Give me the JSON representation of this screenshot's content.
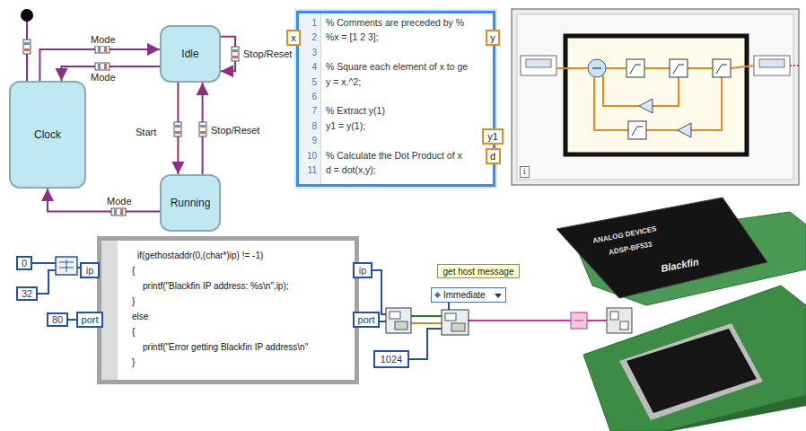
{
  "diagram": {
    "nodes": [
      {
        "text": [
          "Clock"
        ]
      },
      {
        "text": [
          "Idle"
        ]
      },
      {
        "text": [
          "Running"
        ]
      },
      {
        "text": [
          "% Comments are preceded by %",
          "%x = [1 2 3];",
          "% Square each element of x to ge",
          "y = x.^2;",
          "% Extract y(1)",
          "y1 = y(1);",
          "% Calculate the Dot Product of x",
          "d = dot(x,y);"
        ]
      },
      {
        "text": [
          "x"
        ],
        "in": 3
      },
      {
        "text": [
          "y"
        ],
        "in": 3
      },
      {
        "text": [
          "y1"
        ],
        "in": 3
      },
      {
        "text": [
          "d"
        ],
        "in": 3
      },
      {
        "text": [
          "0"
        ]
      },
      {
        "text": [
          "32"
        ]
      },
      {
        "text": [
          "80"
        ]
      },
      {
        "text": [
          "if(gethostaddr(0,(char*)ip) != -1)",
          "{",
          "printf(\"Blackfin IP address: %s\\n\",ip);",
          "}",
          "else",
          "{",
          "printf(\"Error getting Blackfin IP address\\n\"",
          "}"
        ]
      },
      {
        "text": [
          "ip"
        ],
        "in": 11
      },
      {
        "text": [
          "port"
        ],
        "in": 11
      },
      {
        "text": [
          "ip"
        ],
        "in": 11
      },
      {
        "text": [
          "port"
        ],
        "in": 11
      },
      {
        "text": [
          "get host message"
        ]
      },
      {
        "text": [
          "Immediate"
        ]
      },
      {
        "text": [
          "1024"
        ]
      }
    ],
    "edges": [
      {
        "from": 0,
        "to": 1,
        "label": "Mode",
        "arrow": "to"
      },
      {
        "from": 1,
        "to": 0,
        "label": "Mode",
        "arrow": "to"
      },
      {
        "from": 1,
        "to": 1,
        "label": "Stop/Reset",
        "arrow": "to"
      },
      {
        "from": 1,
        "to": 2,
        "label": "Start",
        "arrow": "to"
      },
      {
        "from": 2,
        "to": 1,
        "label": "Stop/Reset",
        "arrow": "to"
      },
      {
        "from": 2,
        "to": 0,
        "label": "Mode",
        "arrow": "to"
      },
      {
        "from": 10,
        "to": 13,
        "arrow": "none"
      }
    ],
    "labels": [
      "1",
      "2",
      "3",
      "4",
      "5",
      "6",
      "7",
      "8",
      "9",
      "10",
      "11",
      "i",
      "ANALOG DEVICES",
      "ADSP-BF533",
      "Blackfin"
    ]
  }
}
